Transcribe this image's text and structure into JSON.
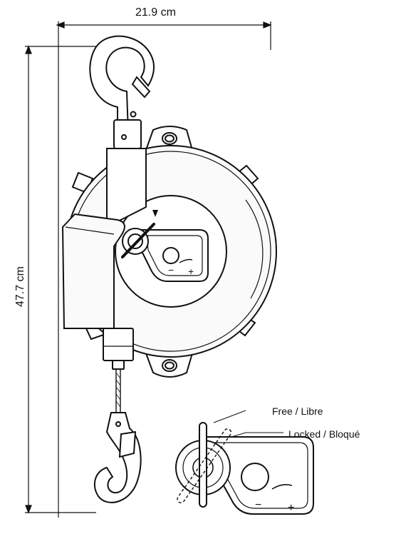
{
  "dimensions": {
    "width_label": "21.9 cm",
    "height_label": "47.7 cm"
  },
  "callouts": {
    "free_label": "Free / Libre",
    "locked_label": "Locked / Bloqué"
  },
  "colors": {
    "line": "#111111",
    "fill": "#ffffff",
    "body_fill": "#f7f7f7"
  },
  "icons": {
    "minus": "−",
    "plus": "+"
  }
}
